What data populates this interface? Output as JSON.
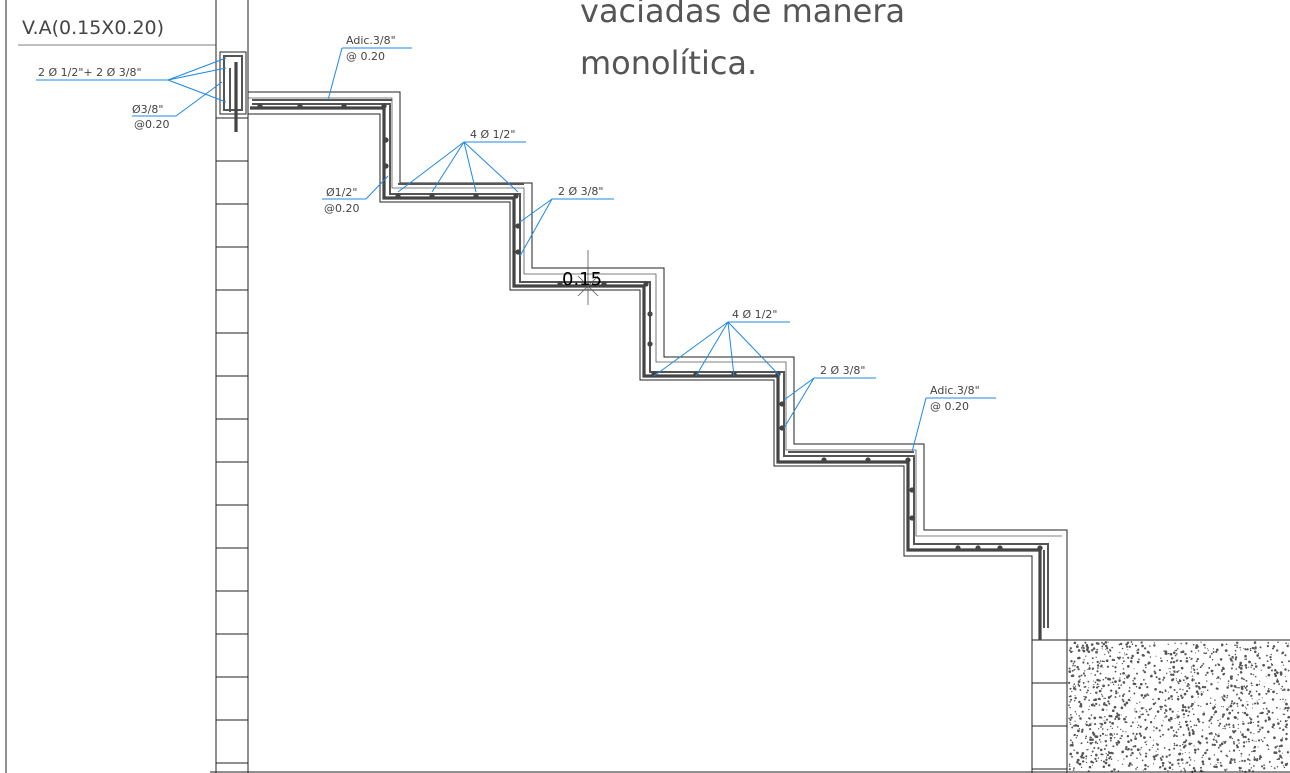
{
  "drawing": {
    "beam_label": "V.A(0.15X0.20)",
    "note_line1": "vaciadas de manera",
    "note_line2": "monolítica.",
    "dimension": "0.15",
    "callouts": {
      "beam_bars": "2 Ø 1/2\"+ 2 Ø 3/8\"",
      "stirrup_size": "Ø3/8\"",
      "stirrup_spacing": "@0.20",
      "top_adic_label": "Adic.3/8\"",
      "top_adic_spacing": "@ 0.20",
      "main_bar_size": "Ø1/2\"",
      "main_bar_spacing": "@0.20",
      "step1_long_bars": "4 Ø 1/2\"",
      "step1_riser_bars": "2 Ø 3/8\"",
      "step2_long_bars": "4 Ø 1/2\"",
      "step2_riser_bars": "2 Ø 3/8\"",
      "bottom_adic_label": "Adic.3/8\"",
      "bottom_adic_spacing": "@ 0.20"
    },
    "colors": {
      "leader": "#1e88e5",
      "rebar": "#444444",
      "outline": "#222222"
    }
  }
}
